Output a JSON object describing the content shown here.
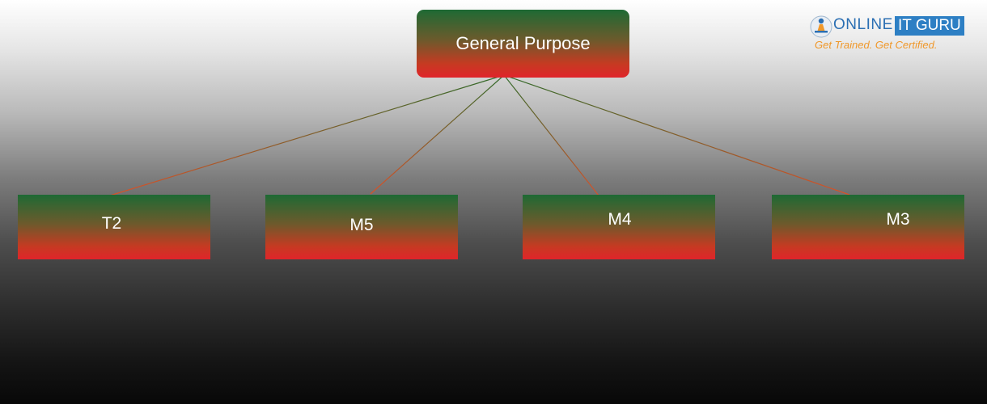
{
  "diagram": {
    "root": {
      "label": "General Purpose"
    },
    "children": [
      {
        "id": "t2",
        "label": "T2"
      },
      {
        "id": "m5",
        "label": "M5"
      },
      {
        "id": "m4",
        "label": "M4"
      },
      {
        "id": "m3",
        "label": "M3"
      }
    ],
    "colors": {
      "node_top": "#1e6a34",
      "node_bottom": "#e0242a",
      "connector_top": "#2f6a2a",
      "connector_bottom": "#d8522a"
    }
  },
  "logo": {
    "word1": "ONLINE",
    "word2": "IT GURU",
    "tagline": "Get Trained. Get Certified.",
    "icon": "person-at-desk-icon",
    "colors": {
      "primary": "#2b6fb3",
      "accent": "#f0982a"
    }
  }
}
